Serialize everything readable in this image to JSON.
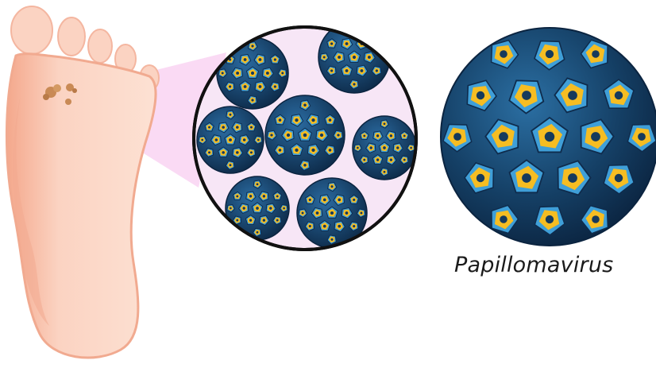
{
  "caption": "Papillomavirus",
  "colors": {
    "skin": "#fbd3c2",
    "skin_edge": "#f4b6a0",
    "skin_shadow": "#f2a98f",
    "wart": "#c98a55",
    "zoom_beam": "#f9d4f2",
    "zoom_bg": "#f7e6f6",
    "virus_dark": "#0f2c4d",
    "virus_mid": "#1f5d8c",
    "capsomer_blue": "#3f9fd8",
    "capsomer_gold": "#f6bd22",
    "capsomer_core": "#163a5c"
  },
  "icons": [
    "foot-illustration",
    "wart-cluster",
    "magnifier-circle",
    "virus-particle"
  ]
}
